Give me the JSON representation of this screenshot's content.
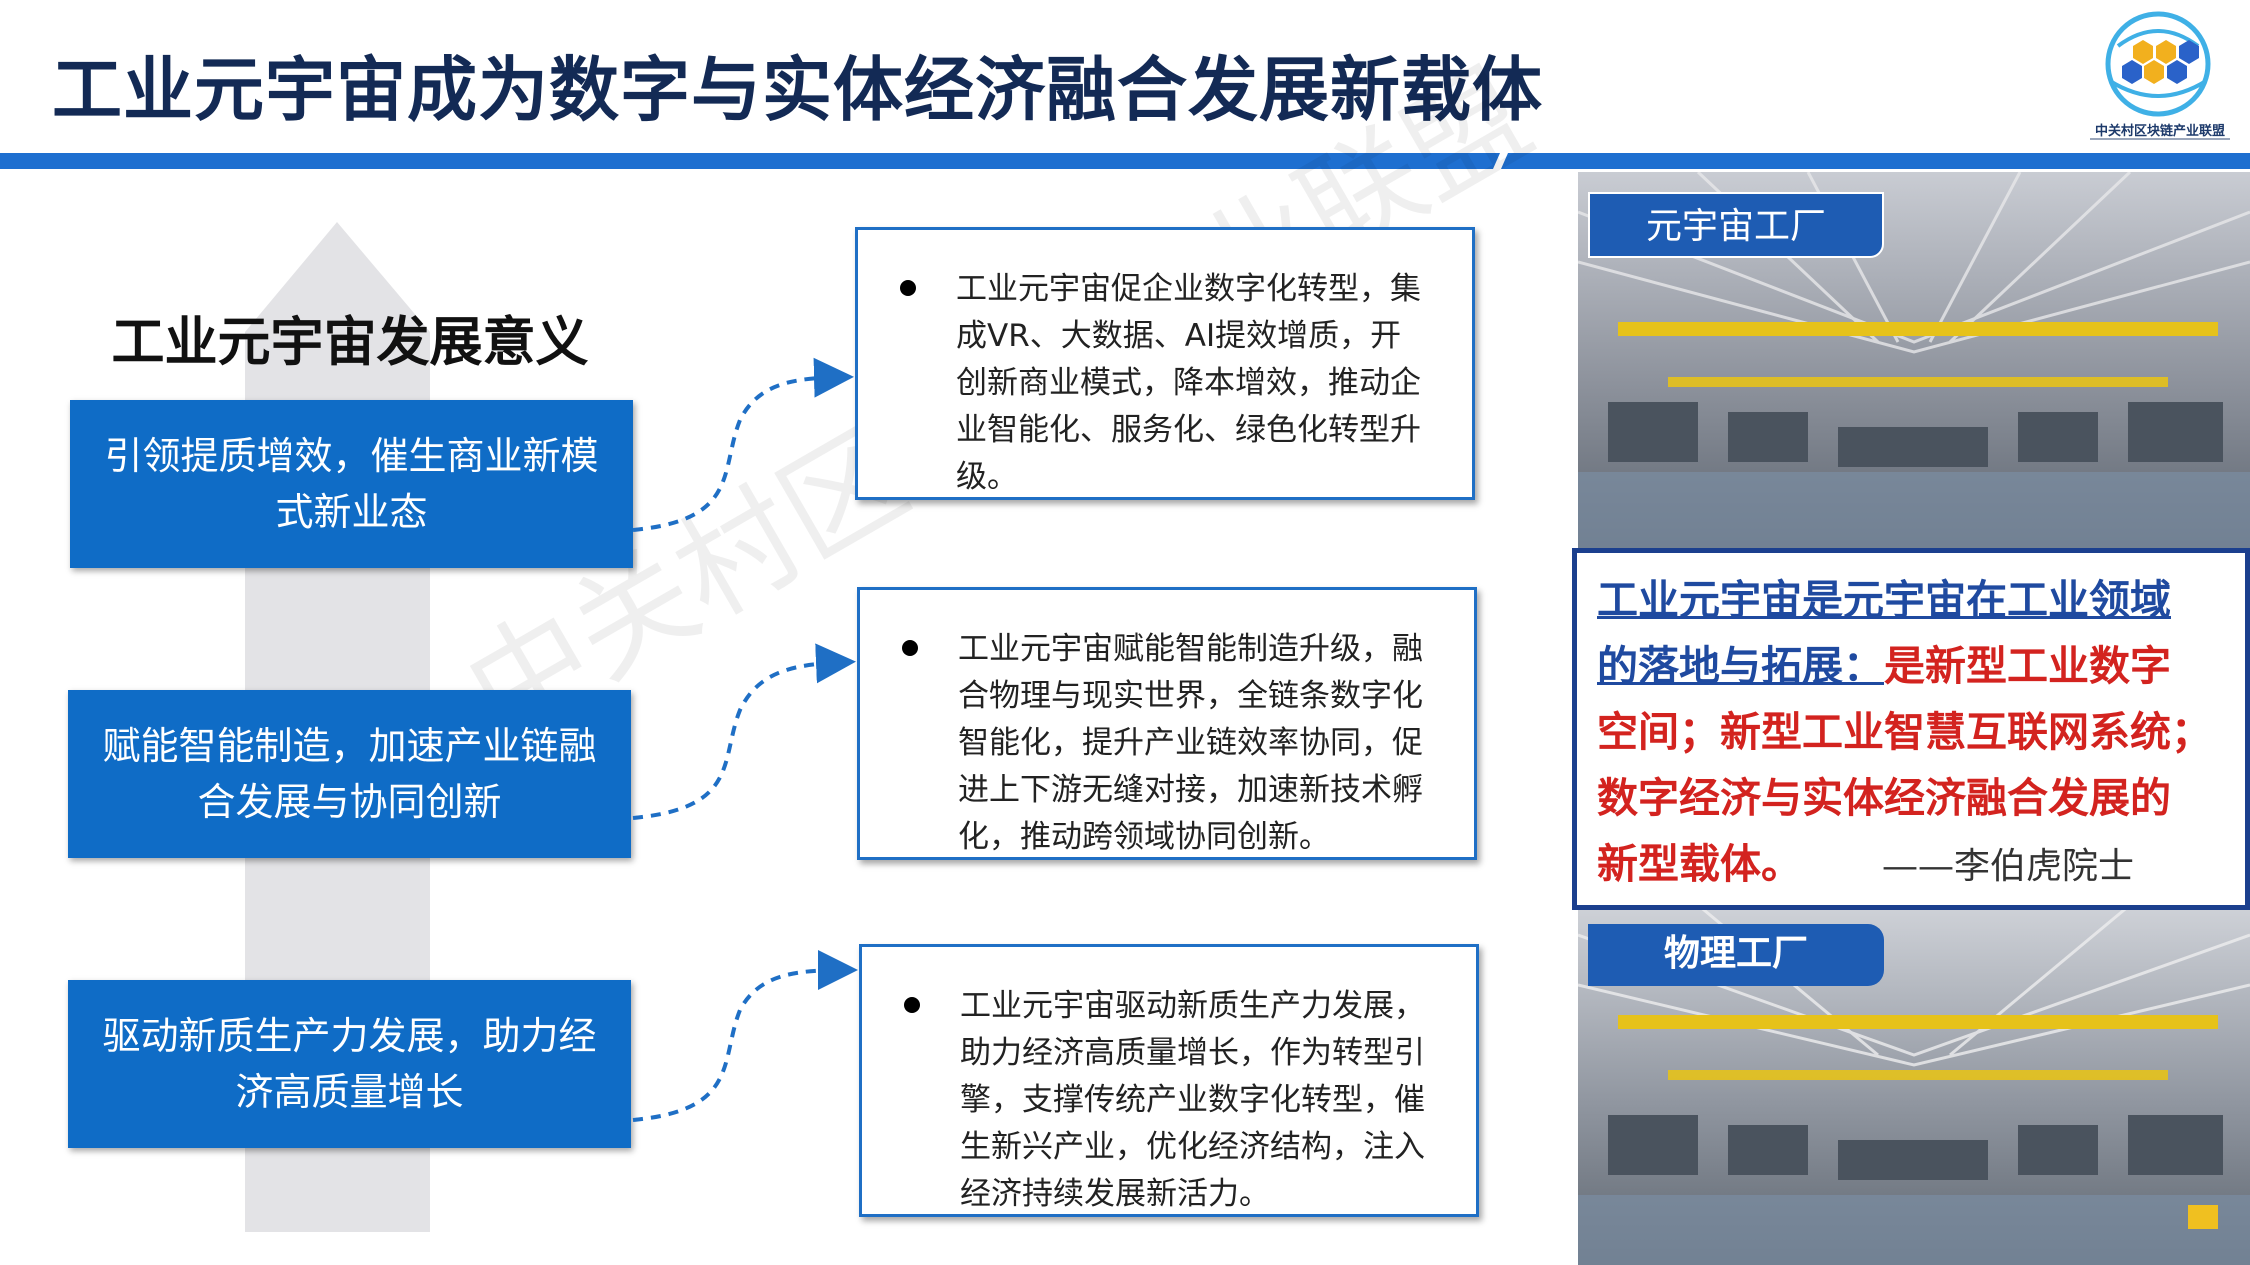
{
  "title": "工业元宇宙成为数字与实体经济融合发展新载体",
  "logo": {
    "text": "中关村区块链产业联盟"
  },
  "watermark": "中关村区块链产业联盟",
  "left": {
    "heading": "工业元宇宙发展意义",
    "boxes": [
      {
        "line1": "引领提质增效，催生商业新模",
        "line2": "式新业态"
      },
      {
        "line1": "赋能智能制造，加速产业链融",
        "line2": "合发展与协同创新"
      },
      {
        "line1": "驱动新质生产力发展，助力经",
        "line2": "济高质量增长"
      }
    ]
  },
  "descriptions": [
    {
      "lines": [
        "工业元宇宙促企业数字化转型，集",
        "成VR、大数据、AI提效增质，开",
        "创新商业模式，降本增效，推动企",
        "业智能化、服务化、绿色化转型升",
        "级。"
      ]
    },
    {
      "lines": [
        "工业元宇宙赋能智能制造升级，融",
        "合物理与现实世界，全链条数字化",
        "智能化，提升产业链效率协同，促",
        "进上下游无缝对接，加速新技术孵",
        "化，推动跨领域协同创新。"
      ]
    },
    {
      "lines": [
        "工业元宇宙驱动新质生产力发展，",
        "助力经济高质量增长，作为转型引",
        "擎，支撑传统产业数字化转型，催",
        "生新兴产业，优化经济结构，注入",
        "经济持续发展新活力。"
      ]
    }
  ],
  "right": {
    "top_label": "元宇宙工厂",
    "bottom_label": "物理工厂",
    "quote": {
      "line1": "工业元宇宙是元宇宙在工业领域",
      "line2_blue": "的落地与拓展：",
      "line2_red": "是新型工业数字",
      "line3": "空间；新型工业智慧互联网系统；",
      "line4": "数字经济与实体经济融合发展的",
      "line5": "新型载体。",
      "author": "——李伯虎院士"
    }
  },
  "colors": {
    "accent_blue": "#0f6cc6",
    "title_navy": "#132a55",
    "quote_red": "#d3231f"
  }
}
